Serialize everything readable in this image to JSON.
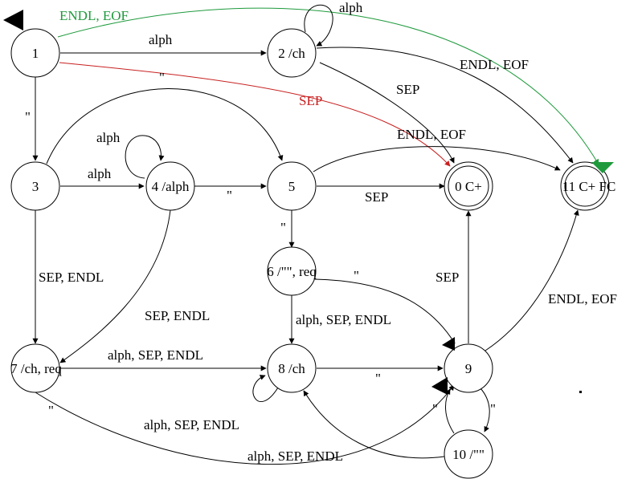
{
  "colors": {
    "edge": "#000000",
    "endl_eof_edge": "#1e9a3c",
    "sep_edge": "#c82020",
    "node_fill": "#ffffff"
  },
  "states": {
    "s1": "1",
    "s2": "2 /ch",
    "s3": "3",
    "s4": "4 /alph",
    "s5": "5",
    "s6": "6 /\"\", req",
    "s7": "7 /ch, req",
    "s8": "8 /ch",
    "s9": "9",
    "s10": "10 /\"\"",
    "s0": "0 C+",
    "s11": "11 C+ FC"
  },
  "edges": {
    "e_1_11": "ENDL, EOF",
    "e_1_2": "alph",
    "e_2_2": "alph",
    "e_1_0_q": "\"",
    "e_1_0": "SEP",
    "e_2_11": "ENDL, EOF",
    "e_2_0": "SEP",
    "e_1_3": "\"",
    "e_3_5": "ENDL, EOF",
    "e_4_4": "alph",
    "e_3_4": "alph",
    "e_4_5": "\"",
    "e_5_0": "SEP",
    "e_5_6": "\"",
    "e_6_9": "\"",
    "e_9_0": "SEP",
    "e_3_7": "SEP, ENDL",
    "e_4_7": "SEP, ENDL",
    "e_6_8": "alph, SEP, ENDL",
    "e_9_11": "ENDL, EOF",
    "e_7_8": "alph, SEP, ENDL",
    "e_8_9": "\"",
    "e_7_9_q": "\"",
    "e_7_9": "alph, SEP, ENDL",
    "e_10_9_q": "\"",
    "e_9_10": "\"",
    "e_10_8": "alph, SEP, ENDL"
  }
}
